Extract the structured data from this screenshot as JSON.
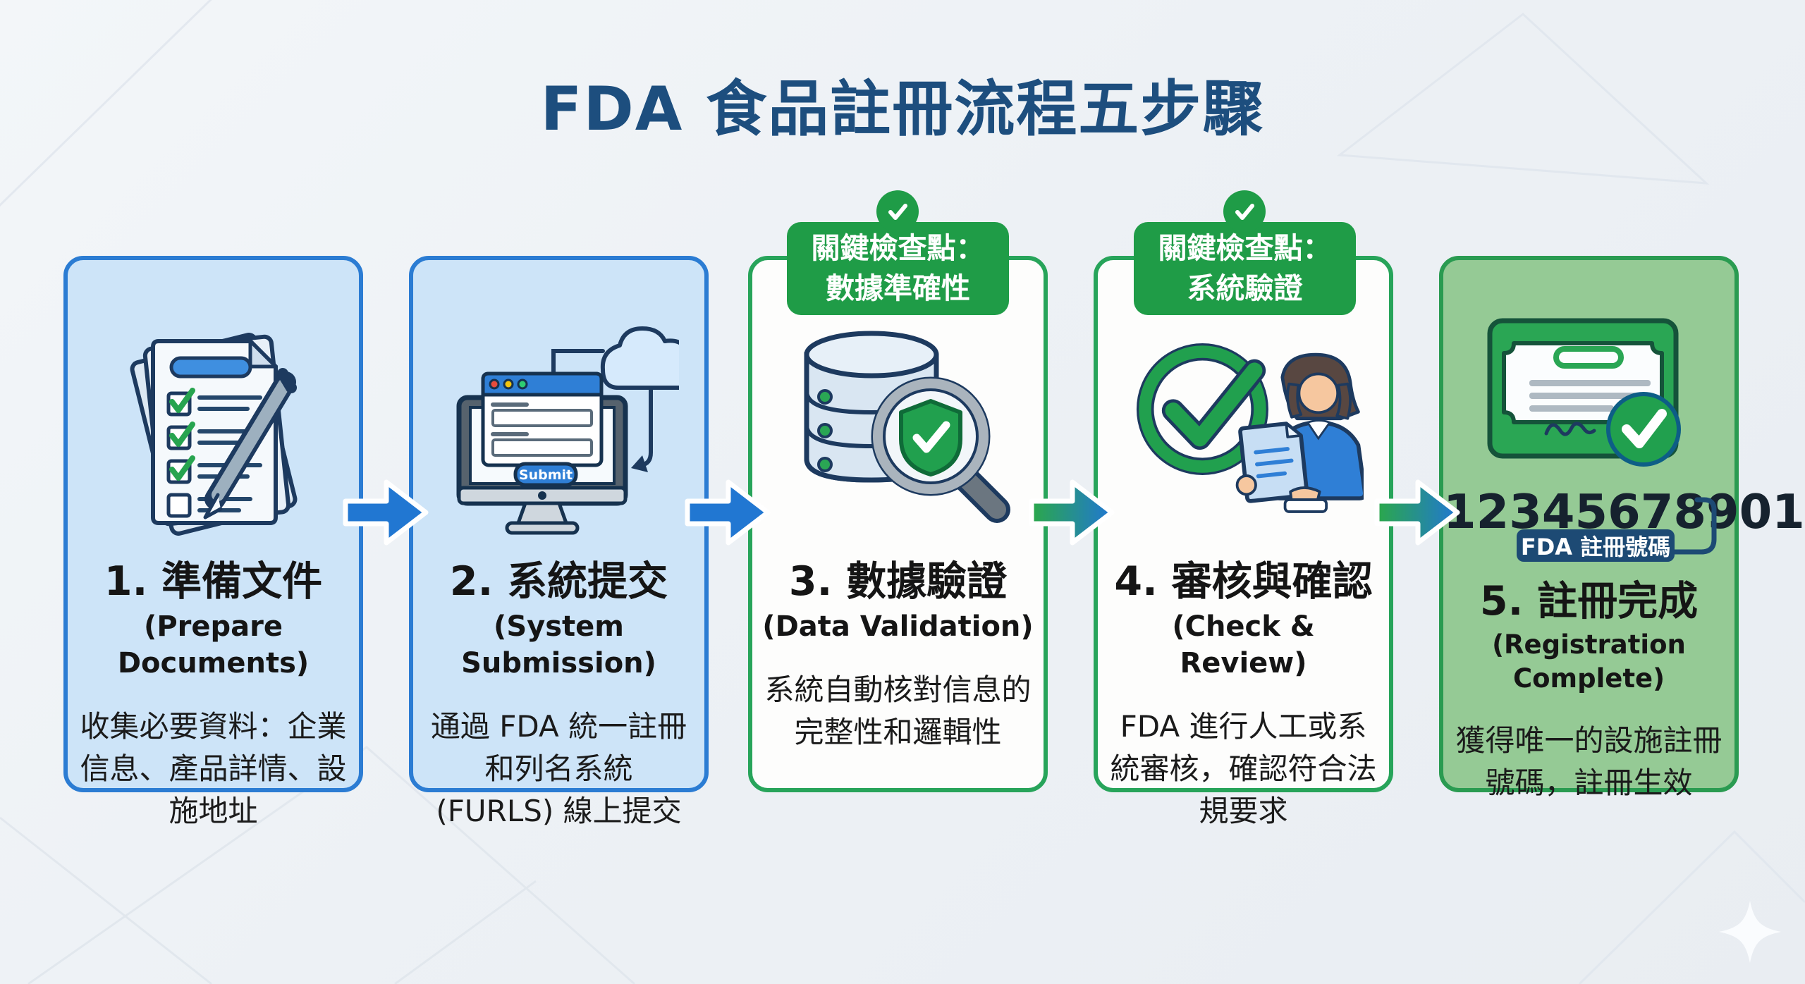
{
  "title": "FDA 食品註冊流程五步驟",
  "colors": {
    "title_navy": "#1d4e7e",
    "card_blue_fill": "#cde4f8",
    "card_blue_border": "#2b7cd3",
    "card_white_fill": "#fdfdfc",
    "card_green_border": "#27a45a",
    "card_green_fill": "#95ca95",
    "badge_green": "#1f9c47",
    "arrow_blue": "#2177d2",
    "arrow_green": "#2ba84a",
    "reg_badge_navy": "#1d4a74"
  },
  "steps": [
    {
      "heading": "1. 準備文件",
      "subheading": "(Prepare Documents)",
      "body": "收集必要資料：企業信息、產品詳情、設施地址",
      "icon": "checklist-pen-icon"
    },
    {
      "heading": "2. 系統提交",
      "subheading": "(System Submission)",
      "body": "通過 FDA 統一註冊和列名系統 (FURLS) 線上提交",
      "icon": "monitor-cloud-upload-icon",
      "submit_label": "Submit"
    },
    {
      "heading": "3. 數據驗證",
      "subheading": "(Data Validation)",
      "body": "系統自動核對信息的完整性和邏輯性",
      "badge": {
        "line1": "關鍵檢查點：",
        "line2": "數據準確性"
      },
      "icon": "database-magnifier-shield-icon"
    },
    {
      "heading": "4. 審核與確認",
      "subheading": "(Check & Review)",
      "body": "FDA 進行人工或系統審核，確認符合法規要求",
      "badge": {
        "line1": "關鍵檢查點：",
        "line2": "系統驗證"
      },
      "icon": "check-circle-reviewer-icon"
    },
    {
      "heading": "5. 註冊完成",
      "subheading": "(Registration Complete)",
      "body": "獲得唯一的設施註冊號碼，註冊生效",
      "registration_number": "12345678901",
      "number_label": "FDA 註冊號碼",
      "icon": "certificate-check-icon"
    }
  ]
}
